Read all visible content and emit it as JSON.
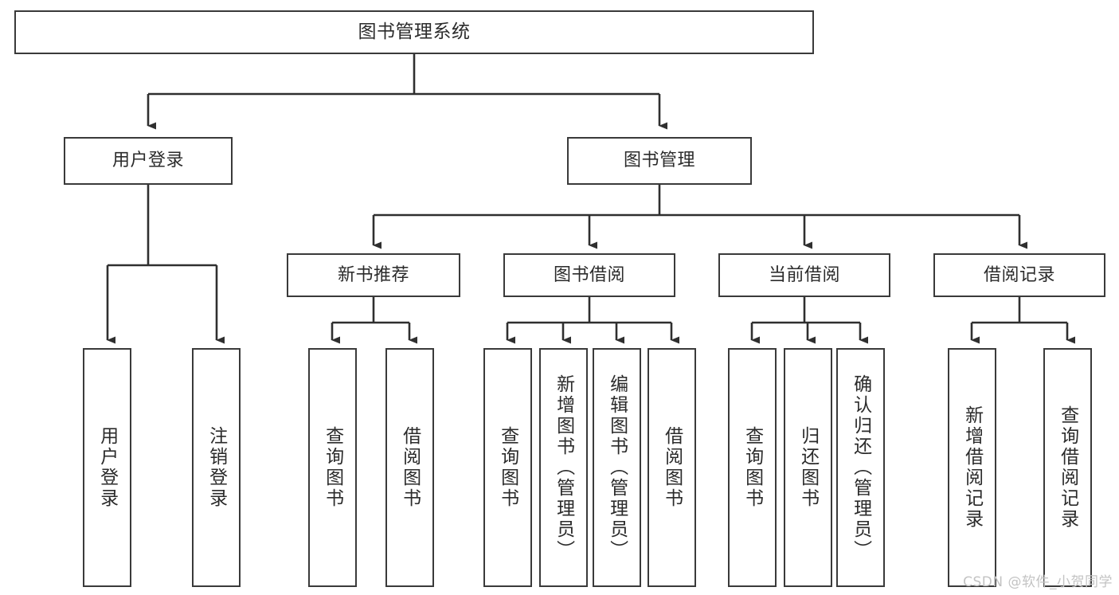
{
  "diagram": {
    "title": "图书管理系统",
    "type": "tree-hierarchy",
    "watermark": "CSDN @软件_小贺同学",
    "colors": {
      "background": "#ffffff",
      "box_border": "#3a3a3a",
      "box_fill": "#ffffff",
      "connector": "#2f2f2f",
      "text": "#2b2b2b",
      "watermark": "#c3c3c3"
    },
    "levels": {
      "root": {
        "label": "图书管理系统"
      },
      "level2": [
        {
          "label": "用户登录"
        },
        {
          "label": "图书管理"
        }
      ],
      "level3": [
        {
          "label": "新书推荐"
        },
        {
          "label": "图书借阅"
        },
        {
          "label": "当前借阅"
        },
        {
          "label": "借阅记录"
        }
      ],
      "leaves": {
        "user_login": [
          {
            "label": "用户登录"
          },
          {
            "label": "注销登录"
          }
        ],
        "new_book_recommend": [
          {
            "label": "查询图书"
          },
          {
            "label": "借阅图书"
          }
        ],
        "book_borrow": [
          {
            "label": "查询图书"
          },
          {
            "label": "新增图书（管理员）"
          },
          {
            "label": "编辑图书（管理员）"
          },
          {
            "label": "借阅图书"
          }
        ],
        "current_borrow": [
          {
            "label": "查询图书"
          },
          {
            "label": "归还图书"
          },
          {
            "label": "确认归还（管理员）"
          }
        ],
        "borrow_record": [
          {
            "label": "新增借阅记录"
          },
          {
            "label": "查询借阅记录"
          }
        ]
      }
    }
  }
}
